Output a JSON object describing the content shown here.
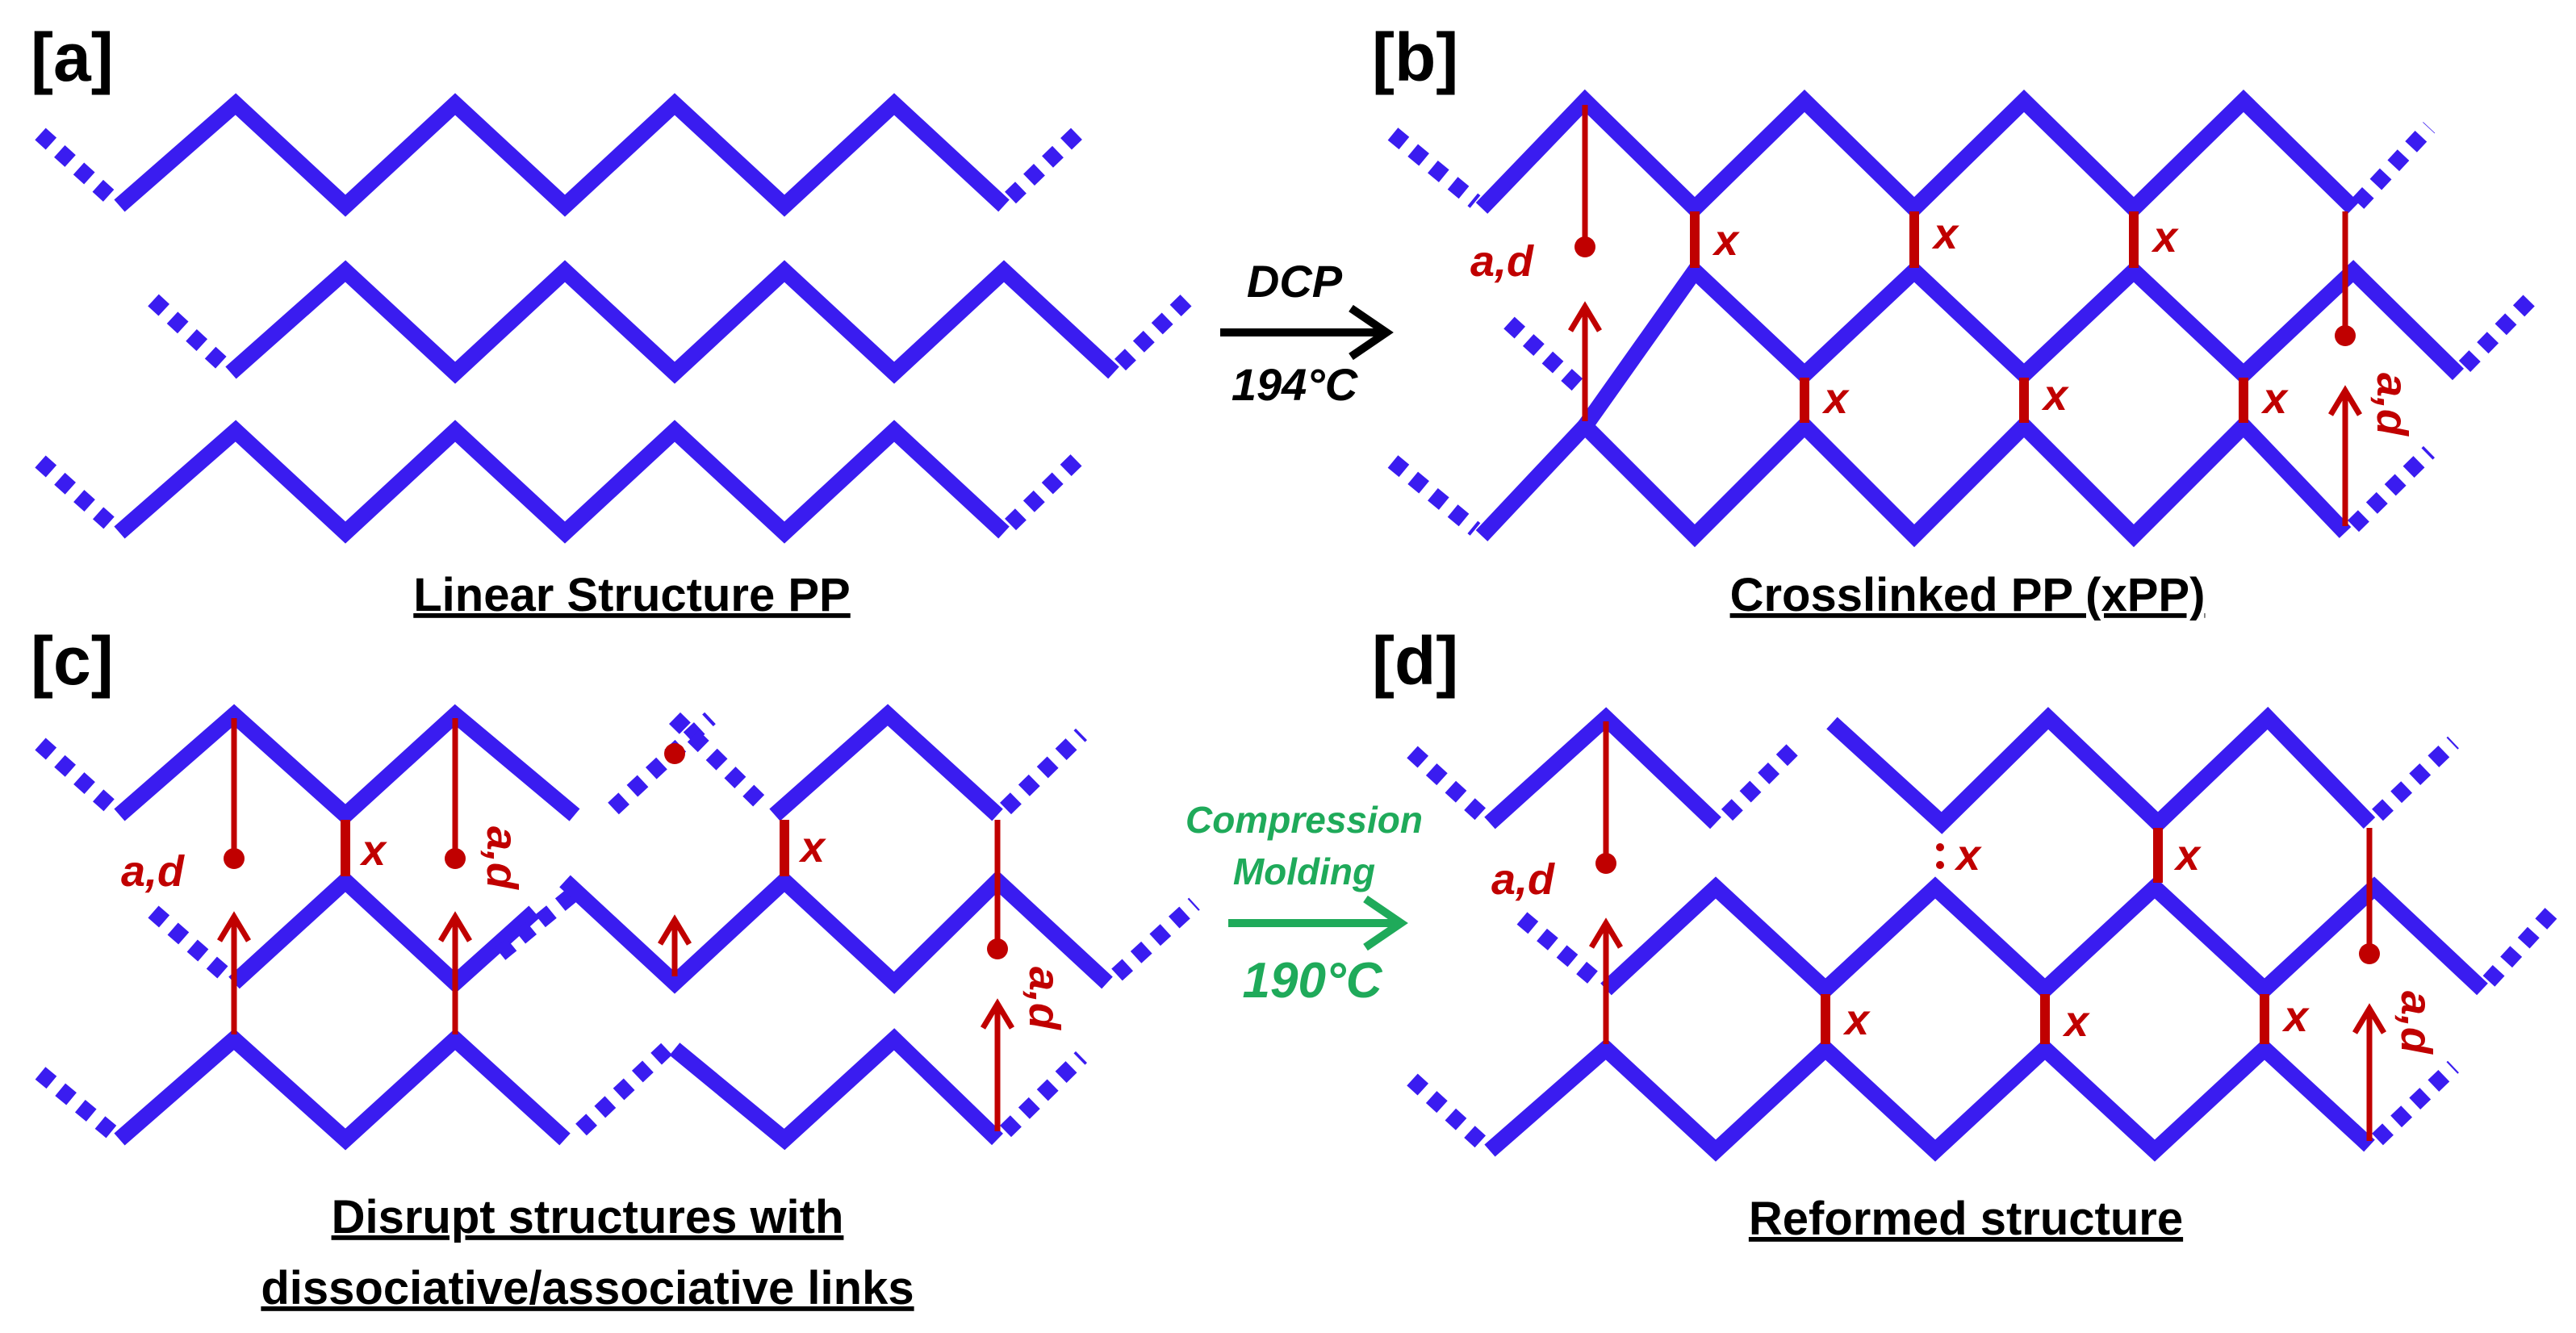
{
  "colors": {
    "chain": "#3a1cf0",
    "link": "#c00000",
    "arrow_black": "#000000",
    "arrow_green": "#1faa5a"
  },
  "panels": {
    "a": {
      "label": "[a]",
      "caption": "Linear Structure PP"
    },
    "b": {
      "label": "[b]",
      "caption": "Crosslinked PP (xPP)"
    },
    "c": {
      "label": "[c]",
      "caption_line1": "Disrupt structures with",
      "caption_line2": "dissociative/associative links"
    },
    "d": {
      "label": "[d]",
      "caption": "Reformed structure"
    }
  },
  "labels": {
    "crosslink": "x",
    "ad": "a,d"
  },
  "reactions": {
    "first": {
      "top": "DCP",
      "bottom": "194°C"
    },
    "second": {
      "top_line1": "Compression",
      "top_line2": "Molding",
      "bottom": "190°C"
    }
  }
}
